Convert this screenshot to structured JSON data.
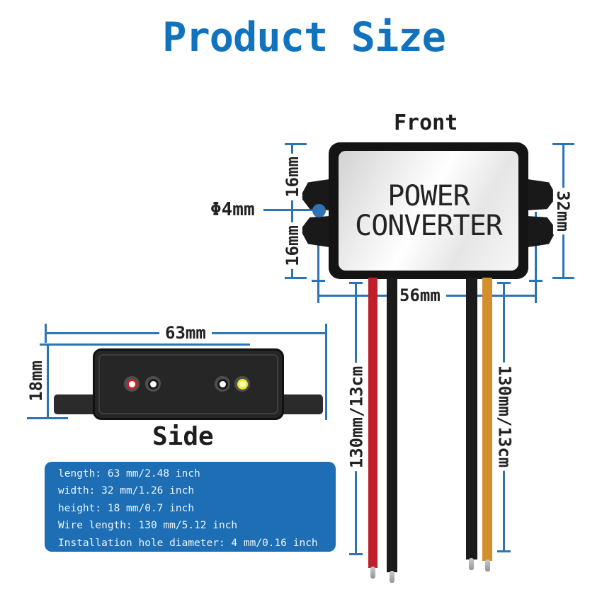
{
  "title": "Product Size",
  "front": {
    "label": "Front",
    "device_label_line1": "POWER",
    "device_label_line2": "CONVERTER",
    "dim_top_left": "16mm",
    "dim_bottom_left": "16mm",
    "dim_hole": "Φ4mm",
    "dim_right": "32mm",
    "dim_bottom": "56mm",
    "dim_wire_left": "130mm/13cm",
    "dim_wire_right": "130mm/13cm"
  },
  "side": {
    "label": "Side",
    "dim_length": "63mm",
    "dim_height": "18mm"
  },
  "specs": {
    "lines": [
      "length: 63 mm/2.48 inch",
      "width: 32 mm/1.26 inch",
      "height: 18 mm/0.7 inch",
      "Wire length: 130 mm/5.12 inch",
      "Installation hole diameter: 4 mm/0.16 inch"
    ]
  },
  "colors": {
    "title_blue": "#1173bd",
    "dimension_line_blue": "#2d74b5",
    "spec_box_blue": "#1d6eb4",
    "wire_red": "#bf1f2b",
    "wire_orange": "#d28f2c",
    "wire_black": "#1b1b1b",
    "device_black": "#141414",
    "hole_ring_red": "#c8252b",
    "hole_yellow": "#e9e93c"
  }
}
